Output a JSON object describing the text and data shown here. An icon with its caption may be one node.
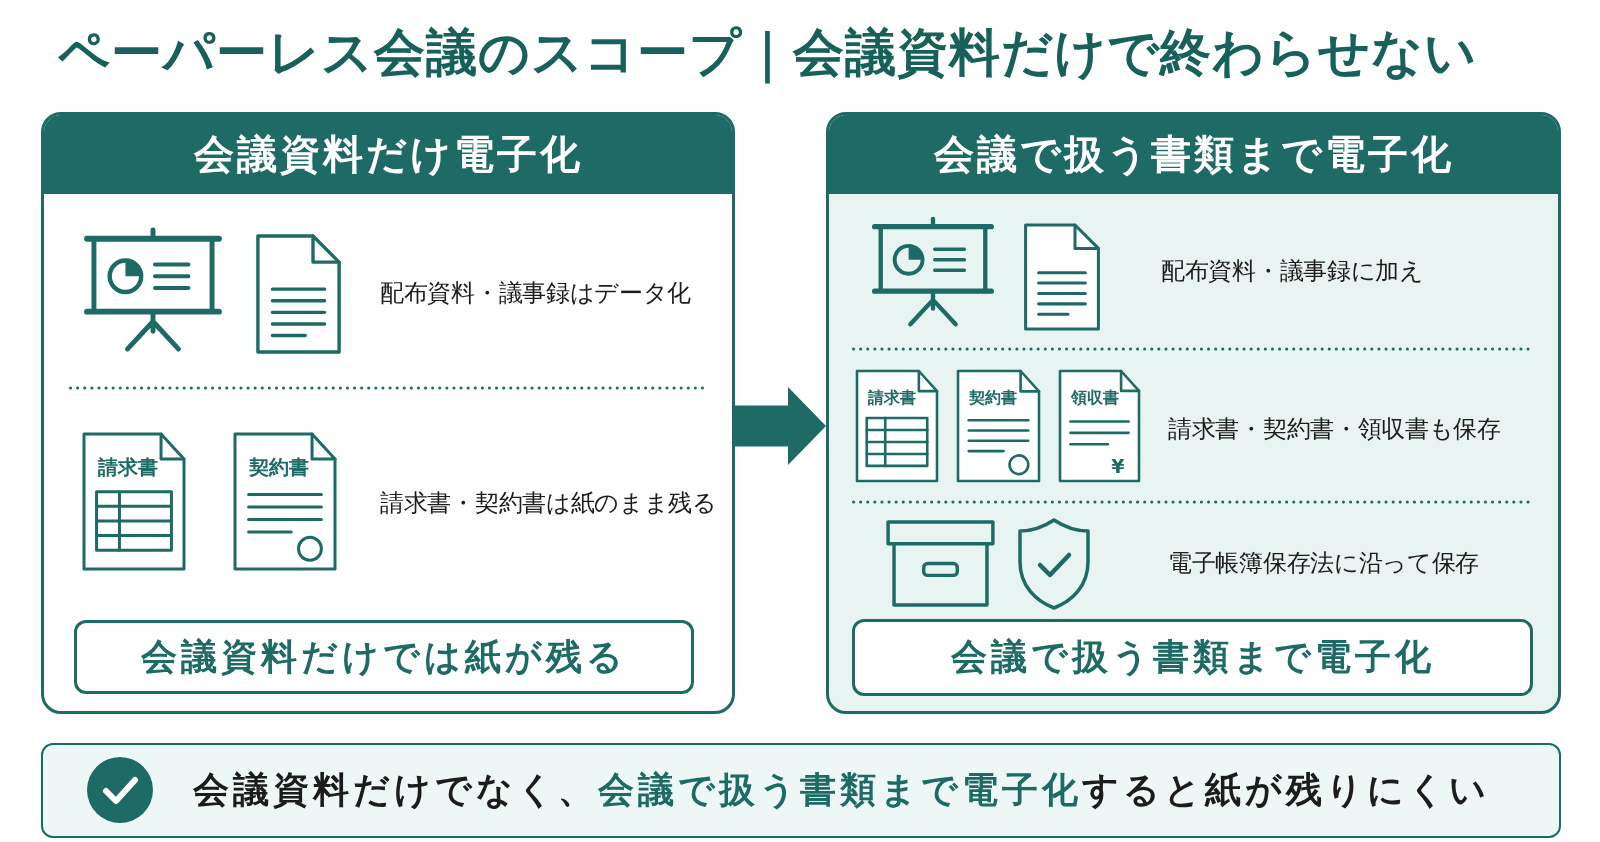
{
  "diagram": {
    "title": "ペーパーレス会議のスコープ｜会議資料だけで終わらせない",
    "nodes": [
      {
        "text": [
          "会議資料だけ電子化"
        ]
      },
      {
        "text": [
          "請求書"
        ],
        "in": 0
      },
      {
        "text": [
          "契約書"
        ],
        "in": 0
      },
      {
        "text": [
          "会議資料だけでは紙が残る"
        ],
        "in": 0
      },
      {
        "text": [
          "会議で扱う書類まで電子化"
        ]
      },
      {
        "text": [
          "請求書"
        ],
        "in": 4
      },
      {
        "text": [
          "契約書"
        ],
        "in": 4
      },
      {
        "text": [
          "領収書",
          "¥"
        ],
        "in": 4
      },
      {
        "text": [
          "会議で扱う書類まで電子化"
        ],
        "in": 4
      },
      {
        "text": [
          "会議資料だけでなく、**会議で扱う書類まで電子化**すると紙が残りにくい"
        ]
      }
    ],
    "edges": [
      {
        "from": 0,
        "to": 4,
        "arrow": "to"
      }
    ],
    "labels": [
      "配布資料・議事録はデータ化",
      "請求書・契約書は紙のまま残る",
      "配布資料・議事録に加え",
      "請求書・契約書・領収書も保存",
      "電子帳簿保存法に沿って保存"
    ]
  }
}
